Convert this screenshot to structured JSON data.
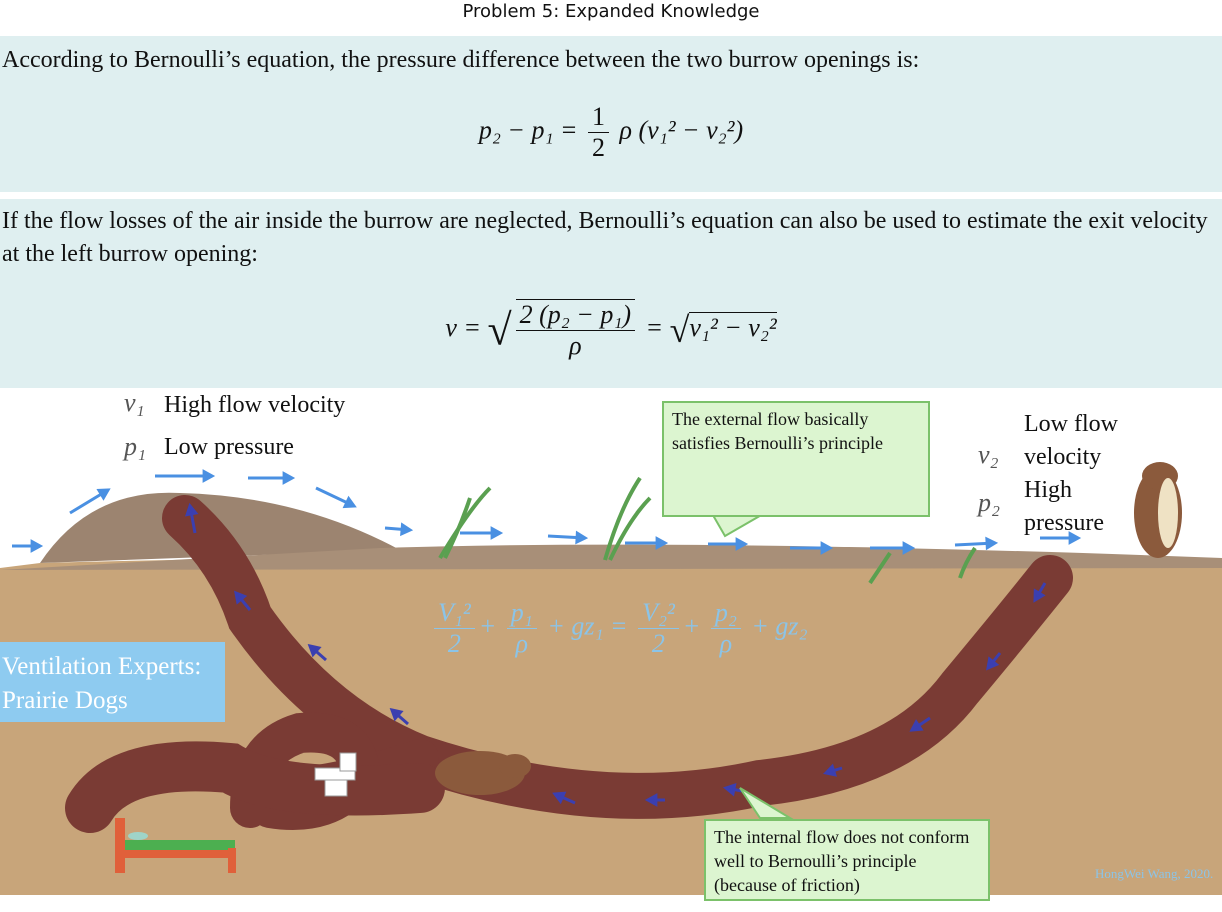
{
  "title": "Problem 5: Expanded Knowledge",
  "para1": "According to Bernoulli’s equation, the pressure difference between the two burrow openings is:",
  "eq1": {
    "lhs": "p₂ − p₁ =",
    "num": "1",
    "den": "2",
    "rhs": "ρ (v₁² − v₂²)"
  },
  "para2": "If the flow losses of the air inside the burrow are neglected, Bernoulli’s equation can also be used to estimate the exit velocity at the left burrow opening:",
  "eq2": {
    "lhs": "v =",
    "num": "2 (p₂ − p₁)",
    "den": "ρ",
    "mid": "=",
    "rhs": "v₁² − v₂²"
  },
  "figure": {
    "left_v": "v₁",
    "left_v_label": "High flow velocity",
    "left_p": "p₁",
    "left_p_label": "Low pressure",
    "right_v": "v₂",
    "right_v_label": "Low flow velocity",
    "right_p": "p₂",
    "right_p_label": "High pressure",
    "callout_external": "The external flow basically satisfies Bernoulli’s principle",
    "callout_internal": "The internal flow does not conform well to Bernoulli’s principle (because of friction)",
    "vent_label_1": "Ventilation Experts:",
    "vent_label_2": "Prairie Dogs",
    "bernoulli": {
      "t1n": "V₁²",
      "t1d": "2",
      "t2n": "p₁",
      "t2d": "ρ",
      "t3": "+ gz₁ =",
      "t4n": "V₂²",
      "t4d": "2",
      "t5n": "p₂",
      "t5d": "ρ",
      "t6": "+ gz₂"
    },
    "watermark": "HongWei Wang, 2020.",
    "colors": {
      "panel": "#dfeff0",
      "ground": "#c8a57a",
      "burrow": "#7a3b34",
      "mound": "#9c8470",
      "flow_arrow": "#4a90e2",
      "internal_arrow": "#3b3fb0",
      "callout_bg": "#dcf5d0",
      "callout_border": "#7bc16a",
      "vent_bg": "#8ecbf0"
    }
  }
}
